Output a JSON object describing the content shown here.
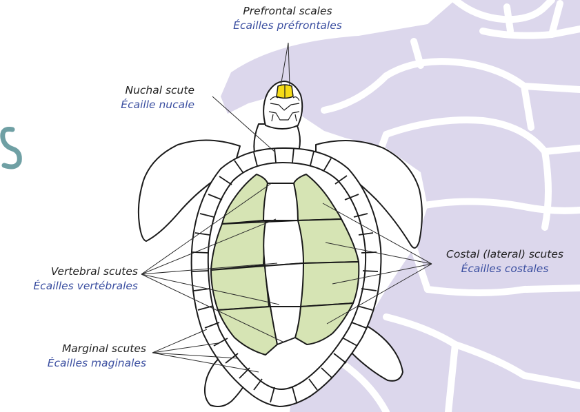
{
  "colors": {
    "background_pattern": "#dcd7ec",
    "pattern_lines": "#ffffff",
    "costal_scutes": "#d6e4b4",
    "prefrontal_scales": "#f6dc17",
    "outline": "#1a1a1a",
    "english_text": "#1f1f1f",
    "french_text": "#3a4ea0",
    "decorative_glyph": "#6fa0a4"
  },
  "labels": {
    "prefrontal": {
      "en": "Prefrontal scales",
      "fr": "Écailles préfrontales"
    },
    "nuchal": {
      "en": "Nuchal scute",
      "fr": "Écaille nucale"
    },
    "vertebral": {
      "en": "Vertebral scutes",
      "fr": "Écailles vertébrales"
    },
    "costal": {
      "en": "Costal (lateral) scutes",
      "fr": "Écailles costales"
    },
    "marginal": {
      "en": "Marginal scutes",
      "fr": "Écailles maginales"
    }
  }
}
